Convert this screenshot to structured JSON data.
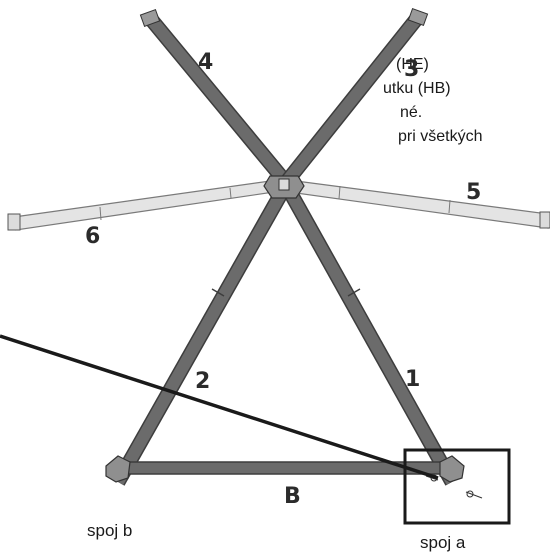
{
  "text_fragments": [
    "(HE)",
    "utku (HB)",
    "né.",
    "pri všetkých"
  ],
  "pole_labels": {
    "p1": "1",
    "p2": "2",
    "p3": "3",
    "p4": "4",
    "p5": "5",
    "p6": "6",
    "base": "B"
  },
  "joint_labels": {
    "b": "spoj b",
    "a": "spoj a"
  },
  "colors": {
    "pole": "#6b6b6b",
    "pole_edge": "#3d3d3d",
    "light_pole": "#e4e4e4",
    "light_pole_edge": "#7a7a7a",
    "pointer": "#1a1a1a"
  }
}
